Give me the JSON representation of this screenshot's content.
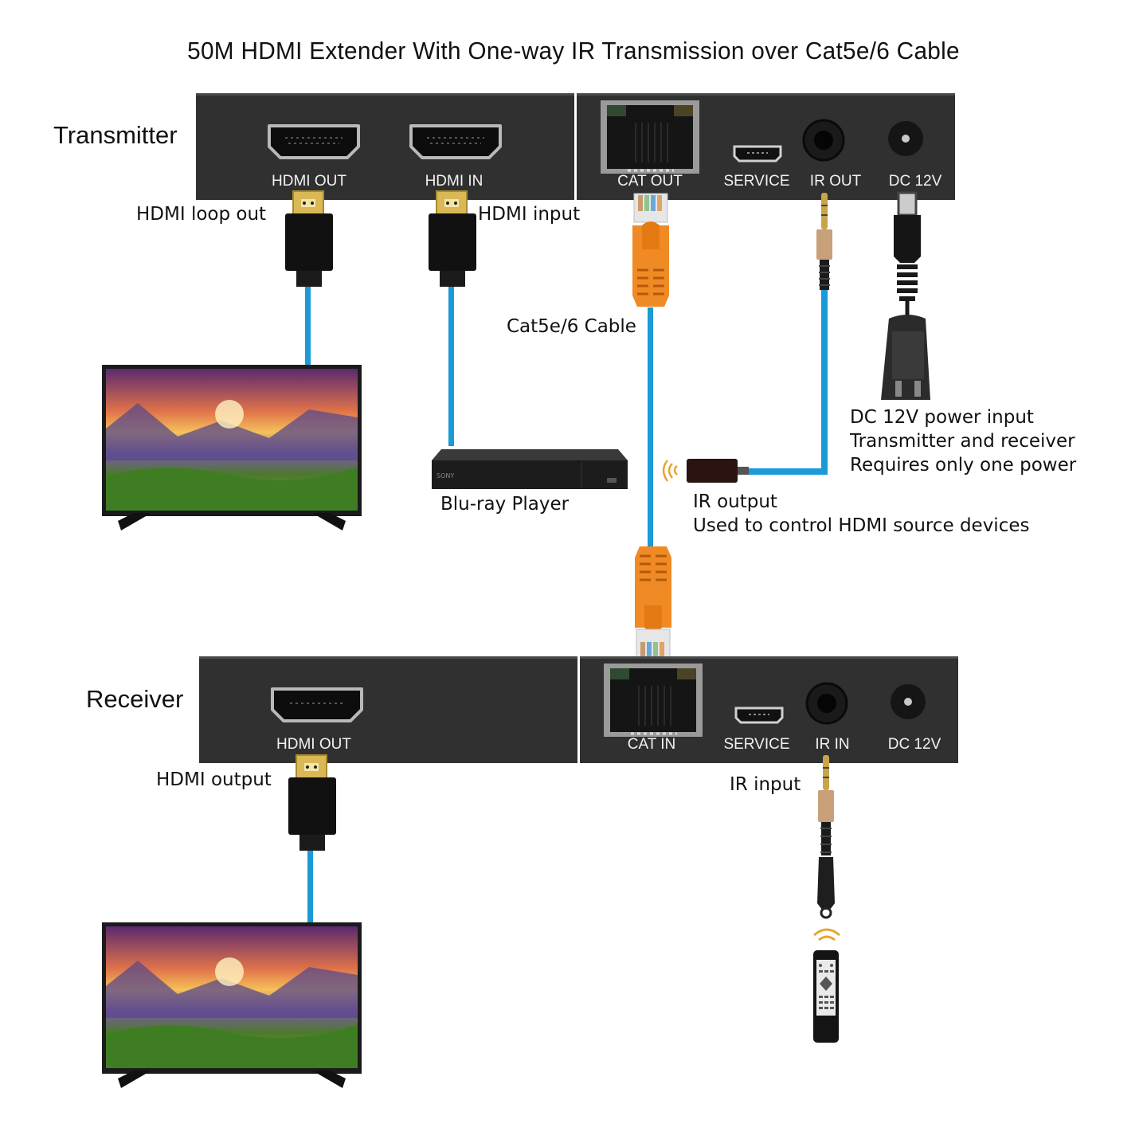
{
  "title": "50M HDMI Extender With One-way IR Transmission over Cat5e/6 Cable",
  "transmitter": {
    "label": "Transmitter",
    "ports": {
      "hdmi_out": "HDMI OUT",
      "hdmi_in": "HDMI IN",
      "cat_out": "CAT OUT",
      "service": "SERVICE",
      "ir_out": "IR OUT",
      "dc": "DC 12V"
    }
  },
  "receiver": {
    "label": "Receiver",
    "ports": {
      "hdmi_out": "HDMI OUT",
      "cat_in": "CAT IN",
      "service": "SERVICE",
      "ir_in": "IR IN",
      "dc": "DC 12V"
    }
  },
  "annotations": {
    "hdmi_loop_out": "HDMI loop out",
    "hdmi_input": "HDMI input",
    "cat_cable": "Cat5e/6 Cable",
    "blu_ray": "Blu-ray Player",
    "power_lines": [
      "DC 12V power input",
      "Transmitter and receiver",
      "Requires only one power"
    ],
    "ir_output_lines": [
      "IR output",
      "Used to control HDMI source devices"
    ],
    "hdmi_output": "HDMI output",
    "ir_input": "IR input"
  },
  "devices": {
    "bluray_brand": "SONY"
  },
  "colors": {
    "cable": "#1a9ad6",
    "rj45_boot": "#f08a24",
    "panel": "#303030",
    "ir_wave": "#e8a531"
  }
}
